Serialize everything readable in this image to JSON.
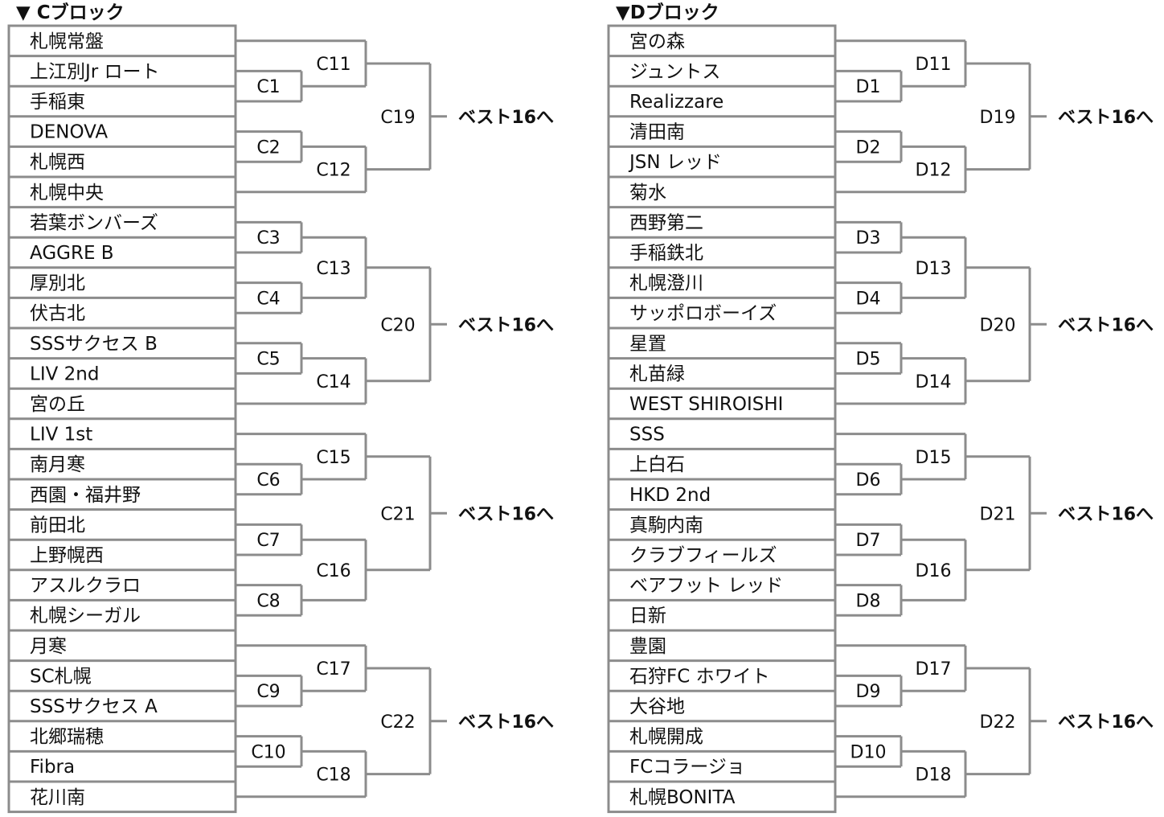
{
  "blocks": [
    {
      "title": "▼ Cブロック",
      "teams": [
        "札幌常盤",
        "上江別Jr ロート",
        "手稲東",
        "DENOVA",
        "札幌西",
        "札幌中央",
        "若葉ボンバーズ",
        "AGGRE B",
        "厚別北",
        "伏古北",
        "SSSサクセス B",
        "LIV 2nd",
        "宮の丘",
        "LIV 1st",
        "南月寒",
        "西園・福井野",
        "前田北",
        "上野幌西",
        "アスルクラロ",
        "札幌シーガル",
        "月寒",
        "SC札幌",
        "SSSサクセス A",
        "北郷瑞穂",
        "Fibra",
        "花川南"
      ],
      "round1": [
        "C1",
        "C2",
        "C3",
        "C4",
        "C5",
        "C6",
        "C7",
        "C8",
        "C9",
        "C10"
      ],
      "round2": [
        "C11",
        "C12",
        "C13",
        "C14",
        "C15",
        "C16",
        "C17",
        "C18"
      ],
      "round3": [
        "C19",
        "C20",
        "C21",
        "C22"
      ],
      "advance": [
        "ベスト16へ",
        "ベスト16へ",
        "ベスト16へ",
        "ベスト16へ"
      ]
    },
    {
      "title": "▼Dブロック",
      "teams": [
        "宮の森",
        "ジュントス",
        "Realizzare",
        "清田南",
        "JSN レッド",
        "菊水",
        "西野第二",
        "手稲鉄北",
        "札幌澄川",
        "サッポロボーイズ",
        "星置",
        "札苗緑",
        "WEST SHIROISHI",
        "SSS",
        "上白石",
        "HKD 2nd",
        "真駒内南",
        "クラブフィールズ",
        "ベアフット レッド",
        "日新",
        "豊園",
        "石狩FC ホワイト",
        "大谷地",
        "札幌開成",
        "FCコラージョ",
        "札幌BONITA"
      ],
      "round1": [
        "D1",
        "D2",
        "D3",
        "D4",
        "D5",
        "D6",
        "D7",
        "D8",
        "D9",
        "D10"
      ],
      "round2": [
        "D11",
        "D12",
        "D13",
        "D14",
        "D15",
        "D16",
        "D17",
        "D18"
      ],
      "round3": [
        "D19",
        "D20",
        "D21",
        "D22"
      ],
      "advance": [
        "ベスト16へ",
        "ベスト16へ",
        "ベスト16へ",
        "ベスト16へ"
      ]
    }
  ]
}
